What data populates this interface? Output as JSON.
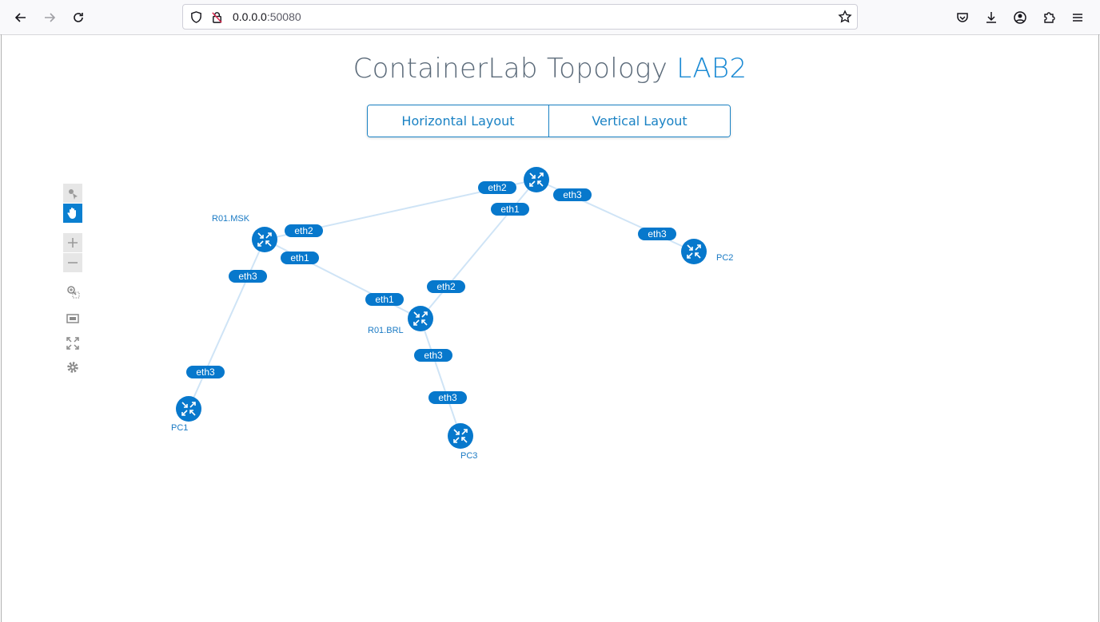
{
  "browser": {
    "url_host": "0.0.0.0",
    "url_port": ":50080"
  },
  "page": {
    "title_main": "ContainerLab Topology ",
    "title_accent": "LAB2",
    "buttons": {
      "horizontal": "Horizontal Layout",
      "vertical": "Vertical Layout"
    }
  },
  "tools": [
    "select-icon",
    "pan-hand-icon",
    "zoom-in-icon",
    "zoom-out-icon",
    "zoom-selection-icon",
    "fit-view-icon",
    "fullscreen-icon",
    "settings-gear-icon"
  ],
  "topology": {
    "nodes": [
      {
        "id": "r01msk",
        "label": "R01.MSK"
      },
      {
        "id": "top",
        "label": ""
      },
      {
        "id": "r01brl",
        "label": "R01.BRL"
      },
      {
        "id": "pc1",
        "label": "PC1"
      },
      {
        "id": "pc2",
        "label": "PC2"
      },
      {
        "id": "pc3",
        "label": "PC3"
      }
    ],
    "links": [
      {
        "a": "r01msk",
        "b": "top",
        "a_port": "eth2",
        "b_port": "eth2"
      },
      {
        "a": "r01msk",
        "b": "r01brl",
        "a_port": "eth1",
        "b_port": "eth1"
      },
      {
        "a": "r01msk",
        "b": "pc1",
        "a_port": "eth3",
        "b_port": "eth3"
      },
      {
        "a": "top",
        "b": "r01brl",
        "a_port": "eth1",
        "b_port": "eth2"
      },
      {
        "a": "top",
        "b": "pc2",
        "a_port": "eth3",
        "b_port": "eth3"
      },
      {
        "a": "r01brl",
        "b": "pc3",
        "a_port": "eth3",
        "b_port": "eth3"
      }
    ]
  },
  "colors": {
    "accent": "#0778cc",
    "link": "#cfe4f6"
  }
}
